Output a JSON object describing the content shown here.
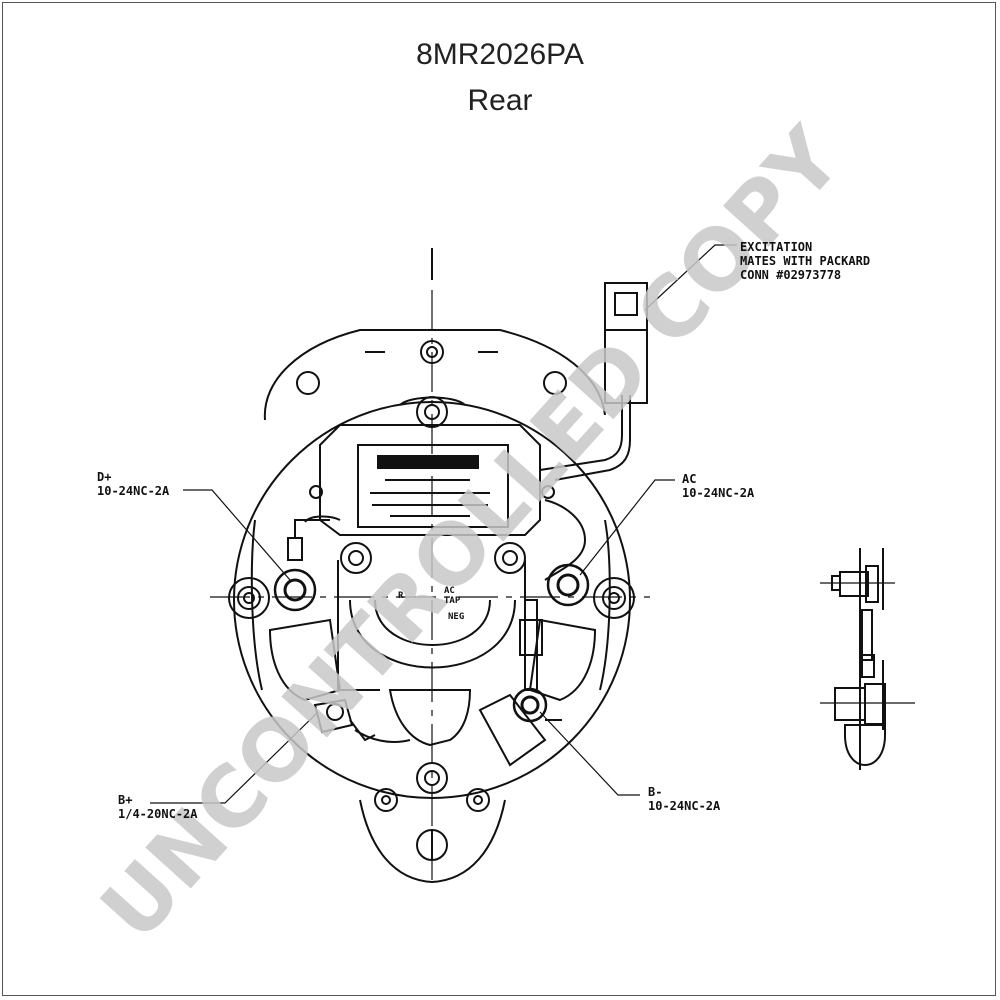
{
  "title": "8MR2026PA",
  "subtitle": "Rear",
  "callouts": {
    "excitation": [
      "EXCITATION",
      "MATES WITH PACKARD",
      "CONN #02973778"
    ],
    "d_plus": [
      "D+",
      "10-24NC-2A"
    ],
    "ac": [
      "AC",
      "10-24NC-2A"
    ],
    "b_plus": [
      "B+",
      "1/4-20NC-2A"
    ],
    "b_minus": [
      "B-",
      "10-24NC-2A"
    ]
  },
  "terminal_marks": {
    "r": "R",
    "ac_tap": [
      "AC",
      "TAP"
    ],
    "neg": "NEG"
  },
  "watermark": "UNCONTROLLED COPY"
}
